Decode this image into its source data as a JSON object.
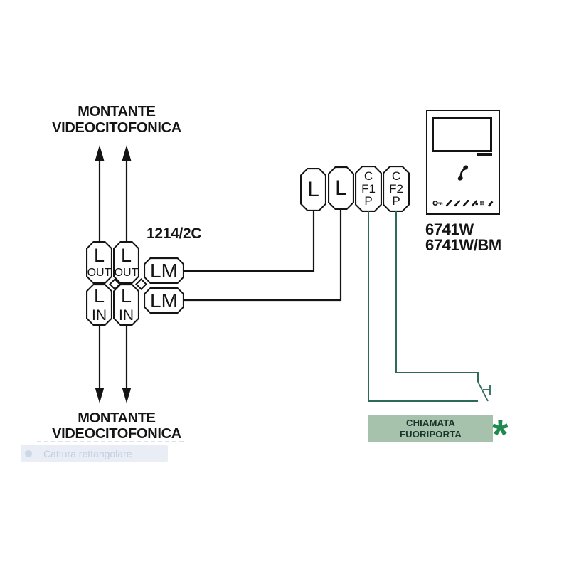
{
  "riser_top": {
    "line1": "MONTANTE",
    "line2": "VIDEOCITOFONICA"
  },
  "riser_bottom": {
    "line1": "MONTANTE",
    "line2": "VIDEOCITOFONICA"
  },
  "distributor": {
    "code": "1214/2C",
    "terminals": {
      "lout_a": {
        "line1": "L",
        "line2": "OUT"
      },
      "lout_b": {
        "line1": "L",
        "line2": "OUT"
      },
      "lin_a": {
        "line1": "L",
        "line2": "IN"
      },
      "lin_b": {
        "line1": "L",
        "line2": "IN"
      },
      "lm_top": "LM",
      "lm_bottom": "LM"
    }
  },
  "monitor": {
    "models": {
      "line1": "6741W",
      "line2": "6741W/BM"
    },
    "terminals": {
      "l1": "L",
      "l2": "L",
      "cf1": {
        "line1": "C",
        "line2": "F1",
        "line3": "P"
      },
      "cf2": {
        "line1": "C",
        "line2": "F2",
        "line3": "P"
      }
    },
    "panel_icons": [
      "key-icon",
      "handset-icon",
      "handset-icon",
      "handset-icon",
      "handset-icon",
      "keypad-icon",
      "handset-icon"
    ]
  },
  "door_call": {
    "line1": "CHIAMATA",
    "line2": "FUORIPORTA",
    "note_mark": "*"
  },
  "capture_toolbar": {
    "label": "Cattura rettangolare"
  },
  "colors": {
    "line": "#141414",
    "wire_green": "#2e6a5a",
    "box_green_bg": "#a7c2ac",
    "box_green_text": "#17352a",
    "asterisk_green": "#1f8a4f",
    "capture_bg": "#e9eef6",
    "capture_text": "#c3cedd"
  }
}
